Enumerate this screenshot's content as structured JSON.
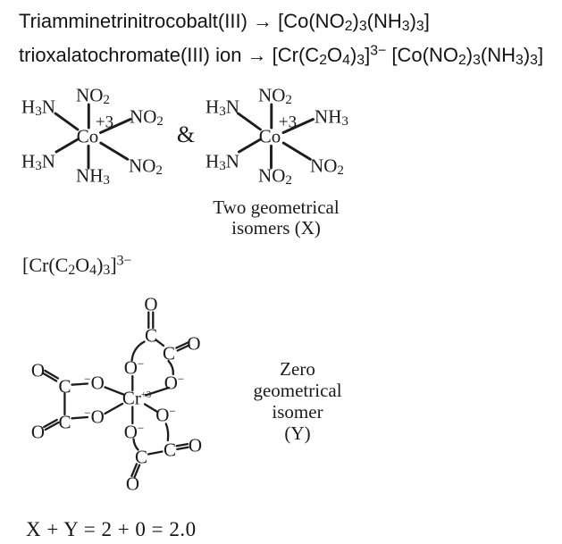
{
  "page": {
    "background": "#ffffff",
    "ink": "#1b1b1b"
  },
  "headings": {
    "line1": [
      {
        "t": "Triamminetrinitrocobalt(III) → [Co(NO"
      },
      {
        "t": "2",
        "s": "sub"
      },
      {
        "t": ")"
      },
      {
        "t": "3",
        "s": "sub"
      },
      {
        "t": "(NH"
      },
      {
        "t": "3",
        "s": "sub"
      },
      {
        "t": ")"
      },
      {
        "t": "3",
        "s": "sub"
      },
      {
        "t": "]"
      }
    ],
    "line2": [
      {
        "t": "trioxalatochromate(III) ion → [Cr(C"
      },
      {
        "t": "2",
        "s": "sub"
      },
      {
        "t": "O"
      },
      {
        "t": "4",
        "s": "sub"
      },
      {
        "t": ")"
      },
      {
        "t": "3",
        "s": "sub"
      },
      {
        "t": "]"
      },
      {
        "t": "3−",
        "s": "sup"
      },
      {
        "t": " [Co(NO"
      },
      {
        "t": "2",
        "s": "sub"
      },
      {
        "t": ")"
      },
      {
        "t": "3",
        "s": "sub"
      },
      {
        "t": "(NH"
      },
      {
        "t": "3",
        "s": "sub"
      },
      {
        "t": ")"
      },
      {
        "t": "3",
        "s": "sub"
      },
      {
        "t": "]"
      }
    ]
  },
  "co_section": {
    "ampersand": "&",
    "caption_line1": "Two geometrical",
    "caption_line2": "isomers (X)",
    "isomer1": {
      "center": [
        {
          "t": "Co"
        }
      ],
      "charge": [
        {
          "t": "+3"
        }
      ],
      "top": [
        {
          "t": "NO"
        },
        {
          "t": "2",
          "s": "sub"
        }
      ],
      "upper_left": [
        {
          "t": "H"
        },
        {
          "t": "3",
          "s": "sub"
        },
        {
          "t": "N"
        }
      ],
      "upper_right": [
        {
          "t": "NO"
        },
        {
          "t": "2",
          "s": "sub"
        }
      ],
      "lower_left": [
        {
          "t": "H"
        },
        {
          "t": "3",
          "s": "sub"
        },
        {
          "t": "N"
        }
      ],
      "lower_right": [
        {
          "t": "NO"
        },
        {
          "t": "2",
          "s": "sub"
        }
      ],
      "bottom": [
        {
          "t": "NH"
        },
        {
          "t": "3",
          "s": "sub"
        }
      ]
    },
    "isomer2": {
      "center": [
        {
          "t": "Co"
        }
      ],
      "charge": [
        {
          "t": "+3"
        }
      ],
      "top": [
        {
          "t": "NO"
        },
        {
          "t": "2",
          "s": "sub"
        }
      ],
      "upper_left": [
        {
          "t": "H"
        },
        {
          "t": "3",
          "s": "sub"
        },
        {
          "t": "N"
        }
      ],
      "upper_right": [
        {
          "t": "NH"
        },
        {
          "t": "3",
          "s": "sub"
        }
      ],
      "lower_left": [
        {
          "t": "H"
        },
        {
          "t": "3",
          "s": "sub"
        },
        {
          "t": "N"
        }
      ],
      "lower_right": [
        {
          "t": "NO"
        },
        {
          "t": "2",
          "s": "sub"
        }
      ],
      "bottom": [
        {
          "t": "NO"
        },
        {
          "t": "2",
          "s": "sub"
        }
      ]
    }
  },
  "cr_section": {
    "formula": [
      {
        "t": "[Cr(C"
      },
      {
        "t": "2",
        "s": "sub"
      },
      {
        "t": "O"
      },
      {
        "t": "4",
        "s": "sub"
      },
      {
        "t": ")"
      },
      {
        "t": "3",
        "s": "sub"
      },
      {
        "t": "]"
      },
      {
        "t": "3−",
        "s": "sup"
      }
    ],
    "center": [
      {
        "t": "Cr"
      },
      {
        "t": "+3",
        "s": "sup"
      }
    ],
    "atoms": {
      "top_o": [
        {
          "t": "O"
        }
      ],
      "top_c": [
        {
          "t": "C"
        }
      ],
      "top_right_c": [
        {
          "t": "C"
        }
      ],
      "top_right_o": [
        {
          "t": "O"
        }
      ],
      "o_minus_top": [
        {
          "t": "O"
        },
        {
          "t": "−",
          "s": "sup"
        }
      ],
      "o_minus_upper_right": [
        {
          "t": "O"
        },
        {
          "t": "−",
          "s": "sup"
        }
      ],
      "minus_o_left_upper": [
        {
          "t": "−",
          "s": "sup"
        },
        {
          "t": "O"
        }
      ],
      "left_upper_c": [
        {
          "t": "C"
        }
      ],
      "left_upper_o": [
        {
          "t": "O"
        }
      ],
      "minus_o_left_lower": [
        {
          "t": "−",
          "s": "sup"
        },
        {
          "t": "O"
        }
      ],
      "left_lower_c": [
        {
          "t": "C"
        }
      ],
      "left_lower_o": [
        {
          "t": "O"
        }
      ],
      "o_minus_bottom": [
        {
          "t": "O"
        },
        {
          "t": "−",
          "s": "sup"
        }
      ],
      "o_minus_lower_right": [
        {
          "t": "O"
        },
        {
          "t": "−",
          "s": "sup"
        }
      ],
      "bottom_c": [
        {
          "t": "C"
        }
      ],
      "bottom_o": [
        {
          "t": "O"
        }
      ],
      "bottom_right_c": [
        {
          "t": "C"
        }
      ],
      "bottom_right_o": [
        {
          "t": "O"
        }
      ]
    },
    "caption_lines": [
      "Zero",
      "geometrical",
      "isomer",
      "(Y)"
    ]
  },
  "result_equation": "X + Y = 2 + 0 = 2.0"
}
